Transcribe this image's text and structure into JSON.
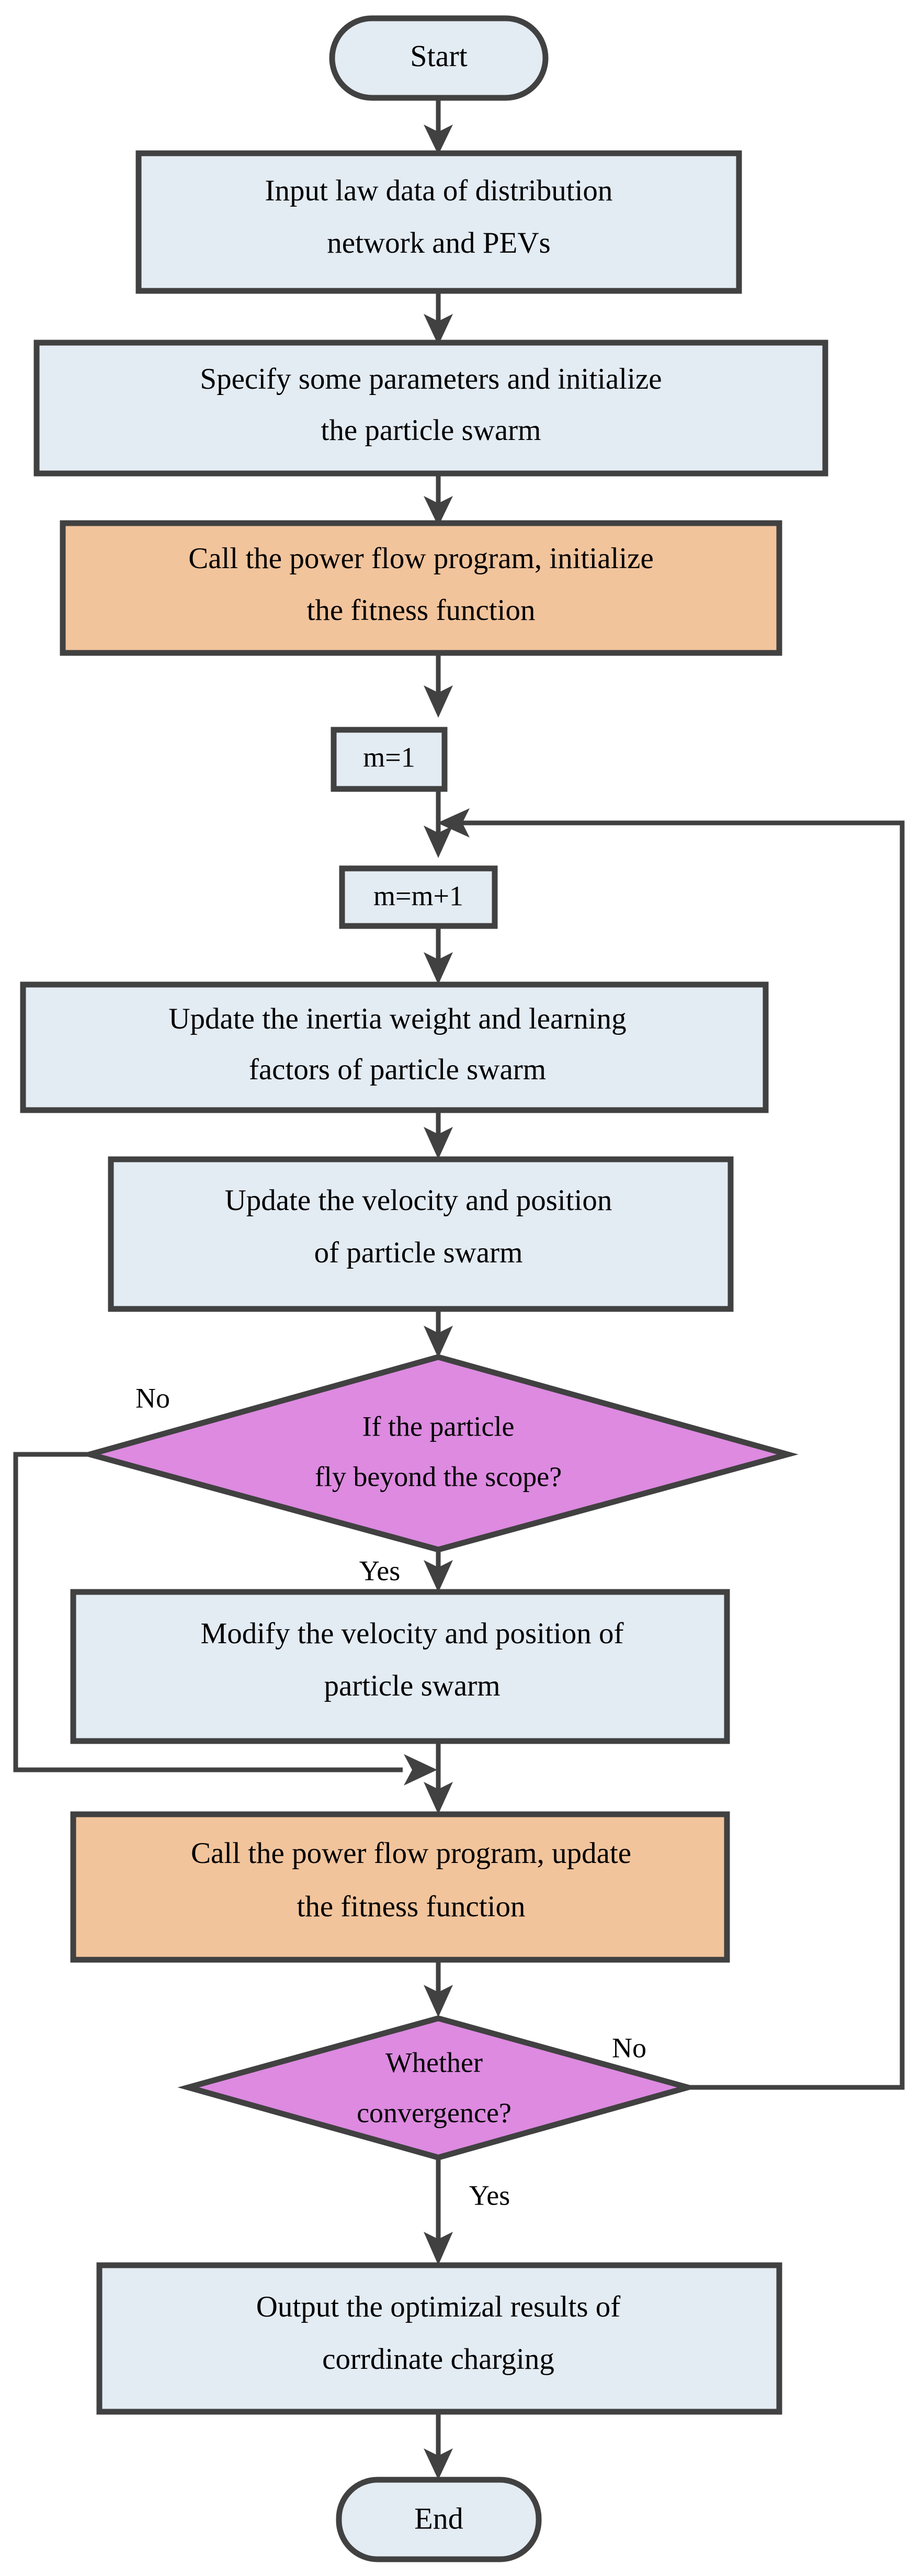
{
  "diagram": {
    "type": "flowchart",
    "title": "PSO coordinated PEV charging optimization flowchart",
    "colors": {
      "fill_blue": "#e3ebf3",
      "fill_orange": "#f2c49c",
      "fill_magenta": "#dd8ae0",
      "stroke": "#414141",
      "text": "#000000",
      "background": "#ffffff"
    },
    "nodes": [
      {
        "id": "start",
        "shape": "terminator",
        "fill": "fill_blue",
        "lines": [
          "Start"
        ]
      },
      {
        "id": "input",
        "shape": "process",
        "fill": "fill_blue",
        "lines": [
          "Input law data of distribution",
          "network and PEVs"
        ]
      },
      {
        "id": "specify",
        "shape": "process",
        "fill": "fill_blue",
        "lines": [
          "Specify some parameters and initialize",
          "the particle swarm"
        ]
      },
      {
        "id": "call-init",
        "shape": "process",
        "fill": "fill_orange",
        "lines": [
          "Call the power flow program, initialize",
          "the fitness function"
        ]
      },
      {
        "id": "m-init",
        "shape": "process",
        "fill": "fill_blue",
        "lines": [
          "m=1"
        ]
      },
      {
        "id": "m-incr",
        "shape": "process",
        "fill": "fill_blue",
        "lines": [
          "m=m+1"
        ]
      },
      {
        "id": "update-w",
        "shape": "process",
        "fill": "fill_blue",
        "lines": [
          "Update the  inertia weight and learning",
          "factors of particle swarm"
        ]
      },
      {
        "id": "update-vp",
        "shape": "process",
        "fill": "fill_blue",
        "lines": [
          "Update the  velocity and position",
          "of particle swarm"
        ]
      },
      {
        "id": "decide-scope",
        "shape": "decision",
        "fill": "fill_magenta",
        "lines": [
          "If the particle",
          "fly beyond the scope?"
        ]
      },
      {
        "id": "modify-vp",
        "shape": "process",
        "fill": "fill_blue",
        "lines": [
          "Modify the  velocity and position  of",
          "particle swarm"
        ]
      },
      {
        "id": "call-update",
        "shape": "process",
        "fill": "fill_orange",
        "lines": [
          "Call the power flow program, update",
          "the fitness function"
        ]
      },
      {
        "id": "decide-conv",
        "shape": "decision",
        "fill": "fill_magenta",
        "lines": [
          "Whether",
          "convergence?"
        ]
      },
      {
        "id": "output",
        "shape": "process",
        "fill": "fill_blue",
        "lines": [
          "Output  the optimizal results of",
          "corrdinate charging"
        ]
      },
      {
        "id": "end",
        "shape": "terminator",
        "fill": "fill_blue",
        "lines": [
          "End"
        ]
      }
    ],
    "edge_labels": [
      {
        "id": "scope-no",
        "text": "No",
        "from": "decide-scope",
        "branch": "no"
      },
      {
        "id": "scope-yes",
        "text": "Yes",
        "from": "decide-scope",
        "branch": "yes"
      },
      {
        "id": "conv-no",
        "text": "No",
        "from": "decide-conv",
        "branch": "no"
      },
      {
        "id": "conv-yes",
        "text": "Yes",
        "from": "decide-conv",
        "branch": "yes"
      }
    ]
  }
}
